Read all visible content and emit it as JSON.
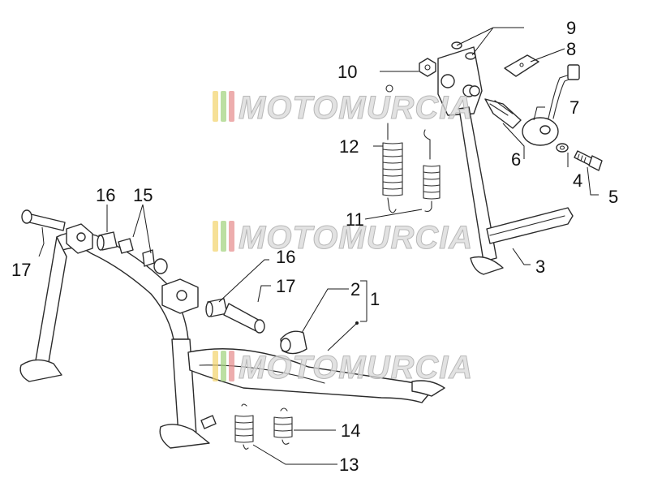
{
  "watermark": {
    "text": "MOTOMURCIA",
    "stripe_colors": [
      "#f2d36b",
      "#9fd27a",
      "#e58a8a"
    ]
  },
  "labels": {
    "n1": "1",
    "n2": "2",
    "n3": "3",
    "n4": "4",
    "n5": "5",
    "n6": "6",
    "n7": "7",
    "n8": "8",
    "n9": "9",
    "n10": "10",
    "n11": "11",
    "n12": "12",
    "n13": "13",
    "n14": "14",
    "n15": "15",
    "n16a": "16",
    "n16b": "16",
    "n17a": "17",
    "n17b": "17"
  },
  "colors": {
    "line": "#2b2b2b",
    "background": "#ffffff"
  }
}
